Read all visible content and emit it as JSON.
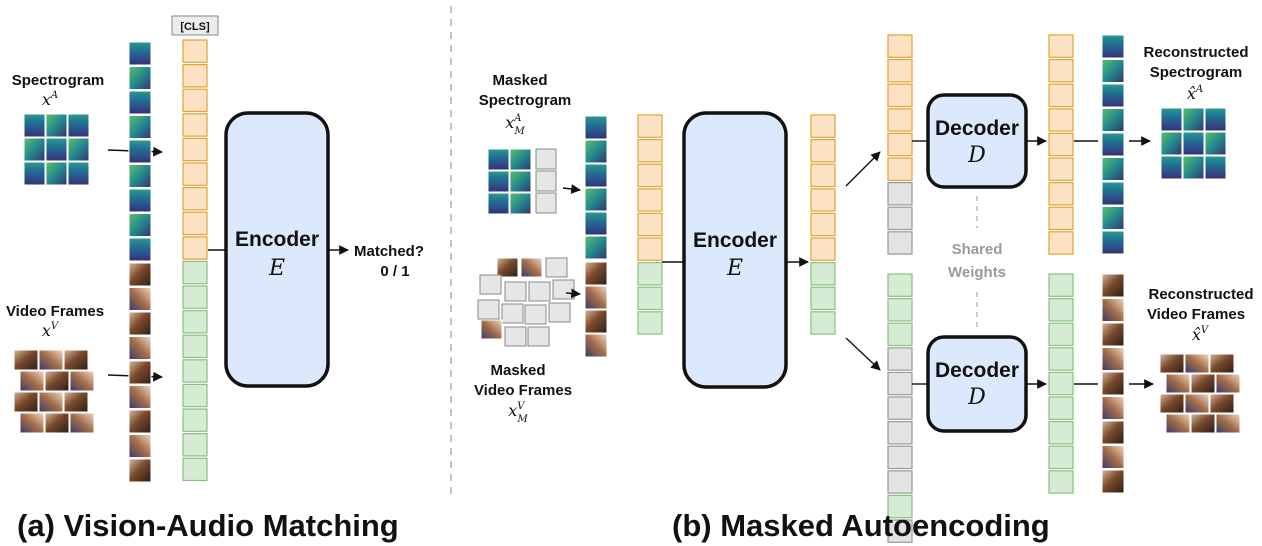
{
  "panels": {
    "a": {
      "title": "(a) Vision-Audio Matching"
    },
    "b": {
      "title": "(b) Masked Autoencoding"
    }
  },
  "labels": {
    "cls": "[CLS]",
    "spectrogram": "Spectrogram",
    "video_frames": "Video Frames",
    "matched": "Matched?",
    "matched_values": "0 / 1",
    "masked_spectrogram": "Masked",
    "masked_spectrogram_2": "Spectrogram",
    "masked_video": "Masked",
    "masked_video_2": "Video Frames",
    "reconstructed_spectrogram": "Reconstructed",
    "reconstructed_spectrogram_2": "Spectrogram",
    "reconstructed_video": "Reconstructed",
    "reconstructed_video_2": "Video Frames",
    "shared": "Shared",
    "weights": "Weights"
  },
  "blocks": {
    "encoder": {
      "name": "Encoder",
      "symbol": "E"
    },
    "decoder": {
      "name": "Decoder",
      "symbol": "D"
    }
  },
  "math": {
    "x": "x",
    "x_hat": "x̂",
    "sup_a": "A",
    "sup_v": "V",
    "sub_m": "M"
  },
  "colors": {
    "audio_token": "#fde2c3",
    "video_token": "#d6ebd3",
    "mask_token": "#e3e3e3",
    "block_fill": "#dce8fb"
  }
}
